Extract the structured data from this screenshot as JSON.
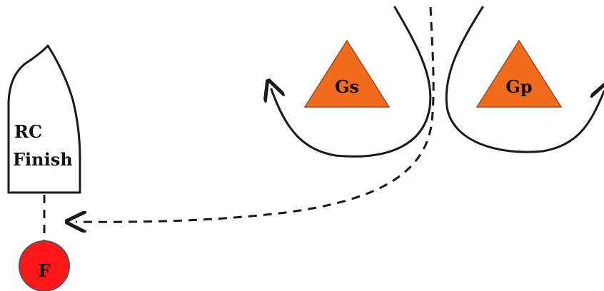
{
  "colors": {
    "gate_mark": "#f26b1d",
    "finish_mark": "#ff1616",
    "line": "#1a1a1a",
    "background": "#ffffff"
  },
  "committee_boat": {
    "line1": "RC",
    "line2": "Finish"
  },
  "marks": {
    "gate_starboard": "Gs",
    "gate_port": "Gp",
    "finish": "F"
  }
}
